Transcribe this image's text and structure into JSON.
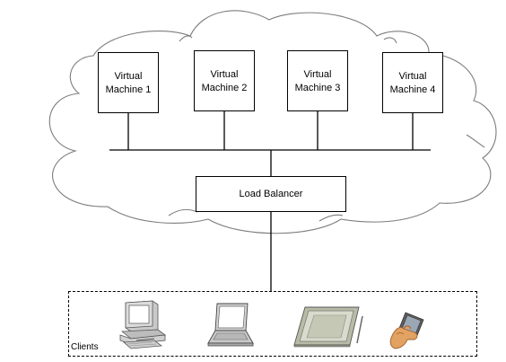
{
  "diagram": {
    "virtual_machines": [
      {
        "label": "Virtual\nMachine 1"
      },
      {
        "label": "Virtual\nMachine 2"
      },
      {
        "label": "Virtual\nMachine 3"
      },
      {
        "label": "Virtual\nMachine 4"
      }
    ],
    "load_balancer": {
      "label": "Load Balancer"
    },
    "clients": {
      "label": "Clients"
    },
    "client_devices": [
      {
        "icon": "desktop-computer-icon"
      },
      {
        "icon": "laptop-icon"
      },
      {
        "icon": "tablet-pen-icon"
      },
      {
        "icon": "handheld-phone-icon"
      }
    ]
  }
}
